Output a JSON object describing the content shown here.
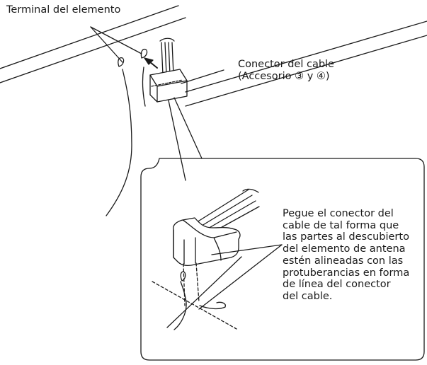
{
  "labels": {
    "terminal": "Terminal del elemento",
    "connector_line1": "Conector del cable",
    "connector_line2": "(Accesorio ③ y ④)",
    "instructions": [
      "Pegue el conector del",
      "cable de tal forma que",
      "las partes al descubierto",
      "del elemento de antena",
      "estén alineadas con las",
      "protuberancias en forma",
      "de línea del conector",
      "del cable."
    ]
  },
  "colors": {
    "stroke": "#1a1a1a",
    "background": "#ffffff"
  }
}
